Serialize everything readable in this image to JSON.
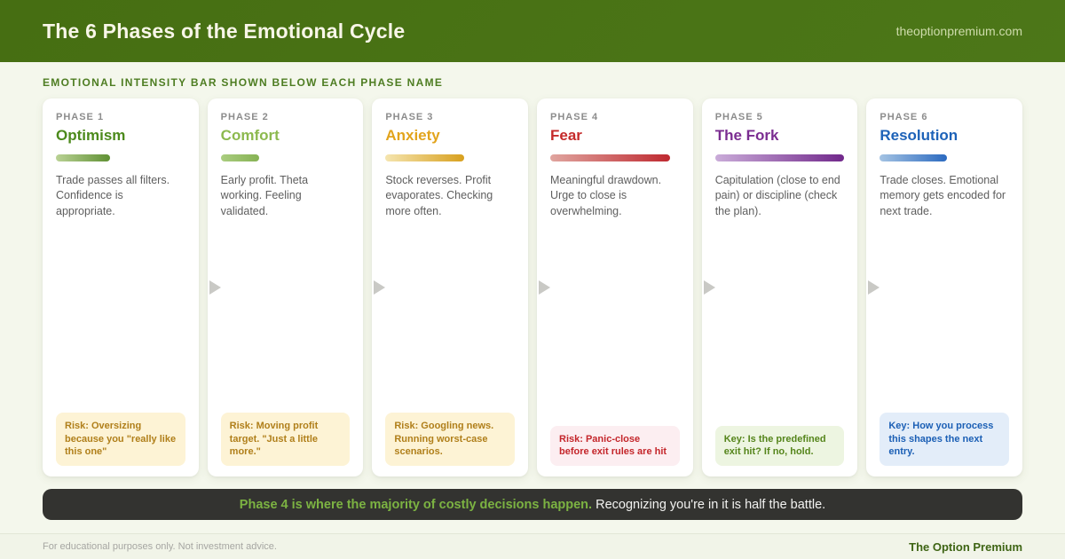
{
  "header": {
    "title": "The 6 Phases of the Emotional Cycle",
    "site": "theoptionpremium.com",
    "bg_color": "#4a7316"
  },
  "subheading": "EMOTIONAL INTENSITY BAR SHOWN BELOW EACH PHASE NAME",
  "cards": [
    {
      "phase_label": "PHASE 1",
      "title": "Optimism",
      "title_color": "#4c8a1c",
      "bar": {
        "from": "#bad295",
        "to": "#5f9033",
        "intensity_pct": 42
      },
      "description": "Trade passes all filters. Confidence is appropriate.",
      "note": {
        "text": "Risk: Oversizing because you \"really like this one\"",
        "bg": "#fdf3d5",
        "color": "#b07f1a"
      }
    },
    {
      "phase_label": "PHASE 2",
      "title": "Comfort",
      "title_color": "#8cb94e",
      "bar": {
        "from": "#aacd80",
        "to": "#86b253",
        "intensity_pct": 30
      },
      "description": "Early profit. Theta working. Feeling validated.",
      "note": {
        "text": "Risk: Moving profit target. \"Just a little more.\"",
        "bg": "#fdf3d5",
        "color": "#b07f1a"
      }
    },
    {
      "phase_label": "PHASE 3",
      "title": "Anxiety",
      "title_color": "#e2a41c",
      "bar": {
        "from": "#f5e5af",
        "to": "#d8a01e",
        "intensity_pct": 61
      },
      "description": "Stock reverses. Profit evaporates. Checking more often.",
      "note": {
        "text": "Risk: Googling news. Running worst-case scenarios.",
        "bg": "#fdf3d5",
        "color": "#b07f1a"
      }
    },
    {
      "phase_label": "PHASE 4",
      "title": "Fear",
      "title_color": "#c52a2a",
      "bar": {
        "from": "#e0a59f",
        "to": "#bf2930",
        "intensity_pct": 93
      },
      "description": "Meaningful drawdown. Urge to close is overwhelming.",
      "note": {
        "text": "Risk: Panic-close before exit rules are hit",
        "bg": "#fceef1",
        "color": "#c4262b"
      }
    },
    {
      "phase_label": "PHASE 5",
      "title": "The Fork",
      "title_color": "#7b2d91",
      "bar": {
        "from": "#caacd9",
        "to": "#71288b",
        "intensity_pct": 100
      },
      "description": "Capitulation (close to end pain) or discipline (check the plan).",
      "note": {
        "text": "Key: Is the predefined exit hit? If no, hold.",
        "bg": "#edf5e1",
        "color": "#55851b"
      }
    },
    {
      "phase_label": "PHASE 6",
      "title": "Resolution",
      "title_color": "#1d62b8",
      "bar": {
        "from": "#a4c3e3",
        "to": "#2b6ac0",
        "intensity_pct": 52
      },
      "description": "Trade closes. Emotional memory gets encoded for next trade.",
      "note": {
        "text": "Key: How you process this shapes the next entry.",
        "bg": "#e3edf9",
        "color": "#1b5fb5"
      }
    }
  ],
  "banner": {
    "highlight": "Phase 4 is where the majority of costly decisions happen.",
    "rest": "Recognizing you're in it is half the battle.",
    "bg": "#333330",
    "highlight_color": "#7cb342"
  },
  "footer": {
    "disclaimer": "For educational purposes only. Not investment advice.",
    "brand": "The Option Premium"
  }
}
